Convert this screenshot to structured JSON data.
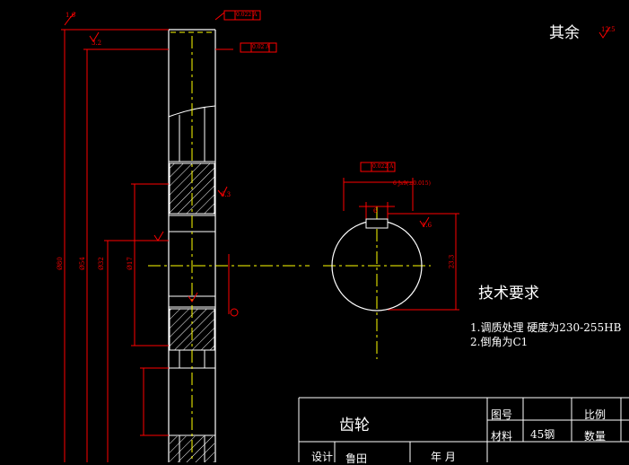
{
  "roughness_note": {
    "label": "其余",
    "value": "12.5"
  },
  "tech_requirements": {
    "title": "技术要求",
    "items": [
      "1.调质处理  硬度为230-255HB",
      "2.倒角为C1"
    ]
  },
  "title_block": {
    "part_name": "齿轮",
    "drawing_no_label": "图号",
    "scale_label": "比例",
    "material_label": "材料",
    "material_value": "45钢",
    "quantity_label": "数量",
    "design_label": "设计",
    "designer": "鲁田",
    "date_label": "年  月"
  },
  "dimensions": {
    "d1": "Ø80",
    "d2": "Ø54",
    "d3": "Ø32",
    "d4": "Ø17",
    "keyway_depth": "23.3",
    "keyway_width": "6",
    "tol_a": "0.022 A",
    "tol_b": "0.02 A",
    "tol_c": "0.022 A",
    "key_tol": "6 Js9(±0.015)",
    "rough_a": "1.6",
    "rough_b": "3.2",
    "rough_c": "6.3",
    "rough_d": "1.6"
  },
  "colors": {
    "background": "#000000",
    "outline": "#ffffff",
    "dimension": "#ff0000",
    "centerline": "#ffff00"
  }
}
